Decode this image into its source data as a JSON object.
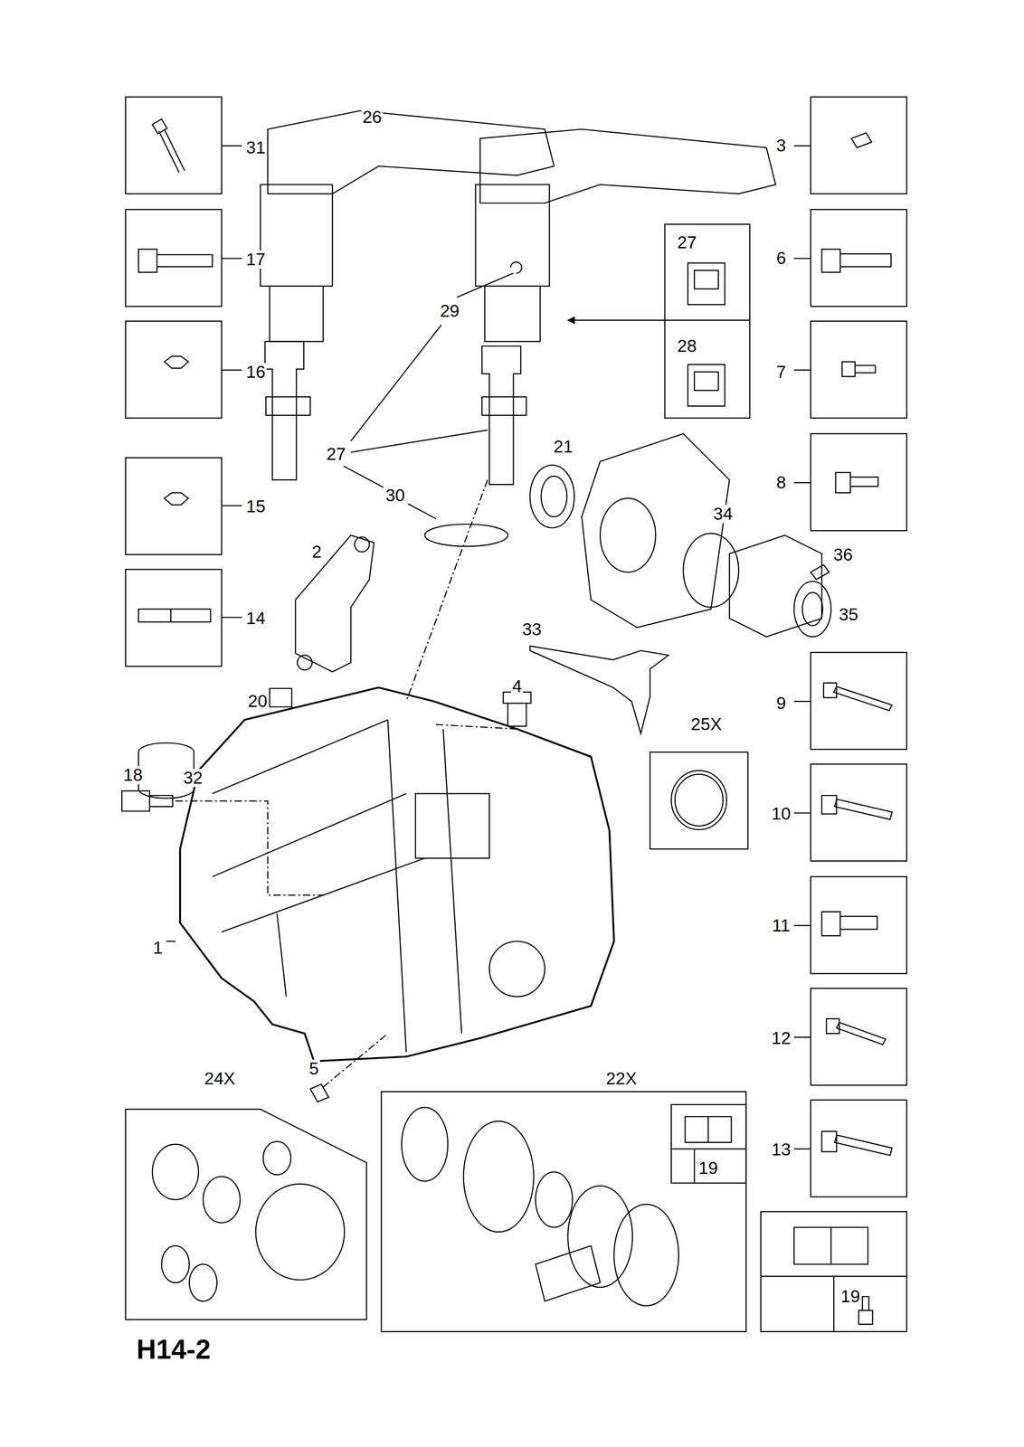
{
  "diagram": {
    "title": "H14-2",
    "labels": [
      "26",
      "31",
      "3",
      "17",
      "27",
      "6",
      "29",
      "28",
      "7",
      "16",
      "27",
      "21",
      "8",
      "30",
      "15",
      "34",
      "36",
      "2",
      "14",
      "35",
      "33",
      "4",
      "9",
      "20",
      "25X",
      "32",
      "18",
      "10",
      "1",
      "11",
      "12",
      "24X",
      "22X",
      "5",
      "19",
      "13",
      "19"
    ]
  }
}
